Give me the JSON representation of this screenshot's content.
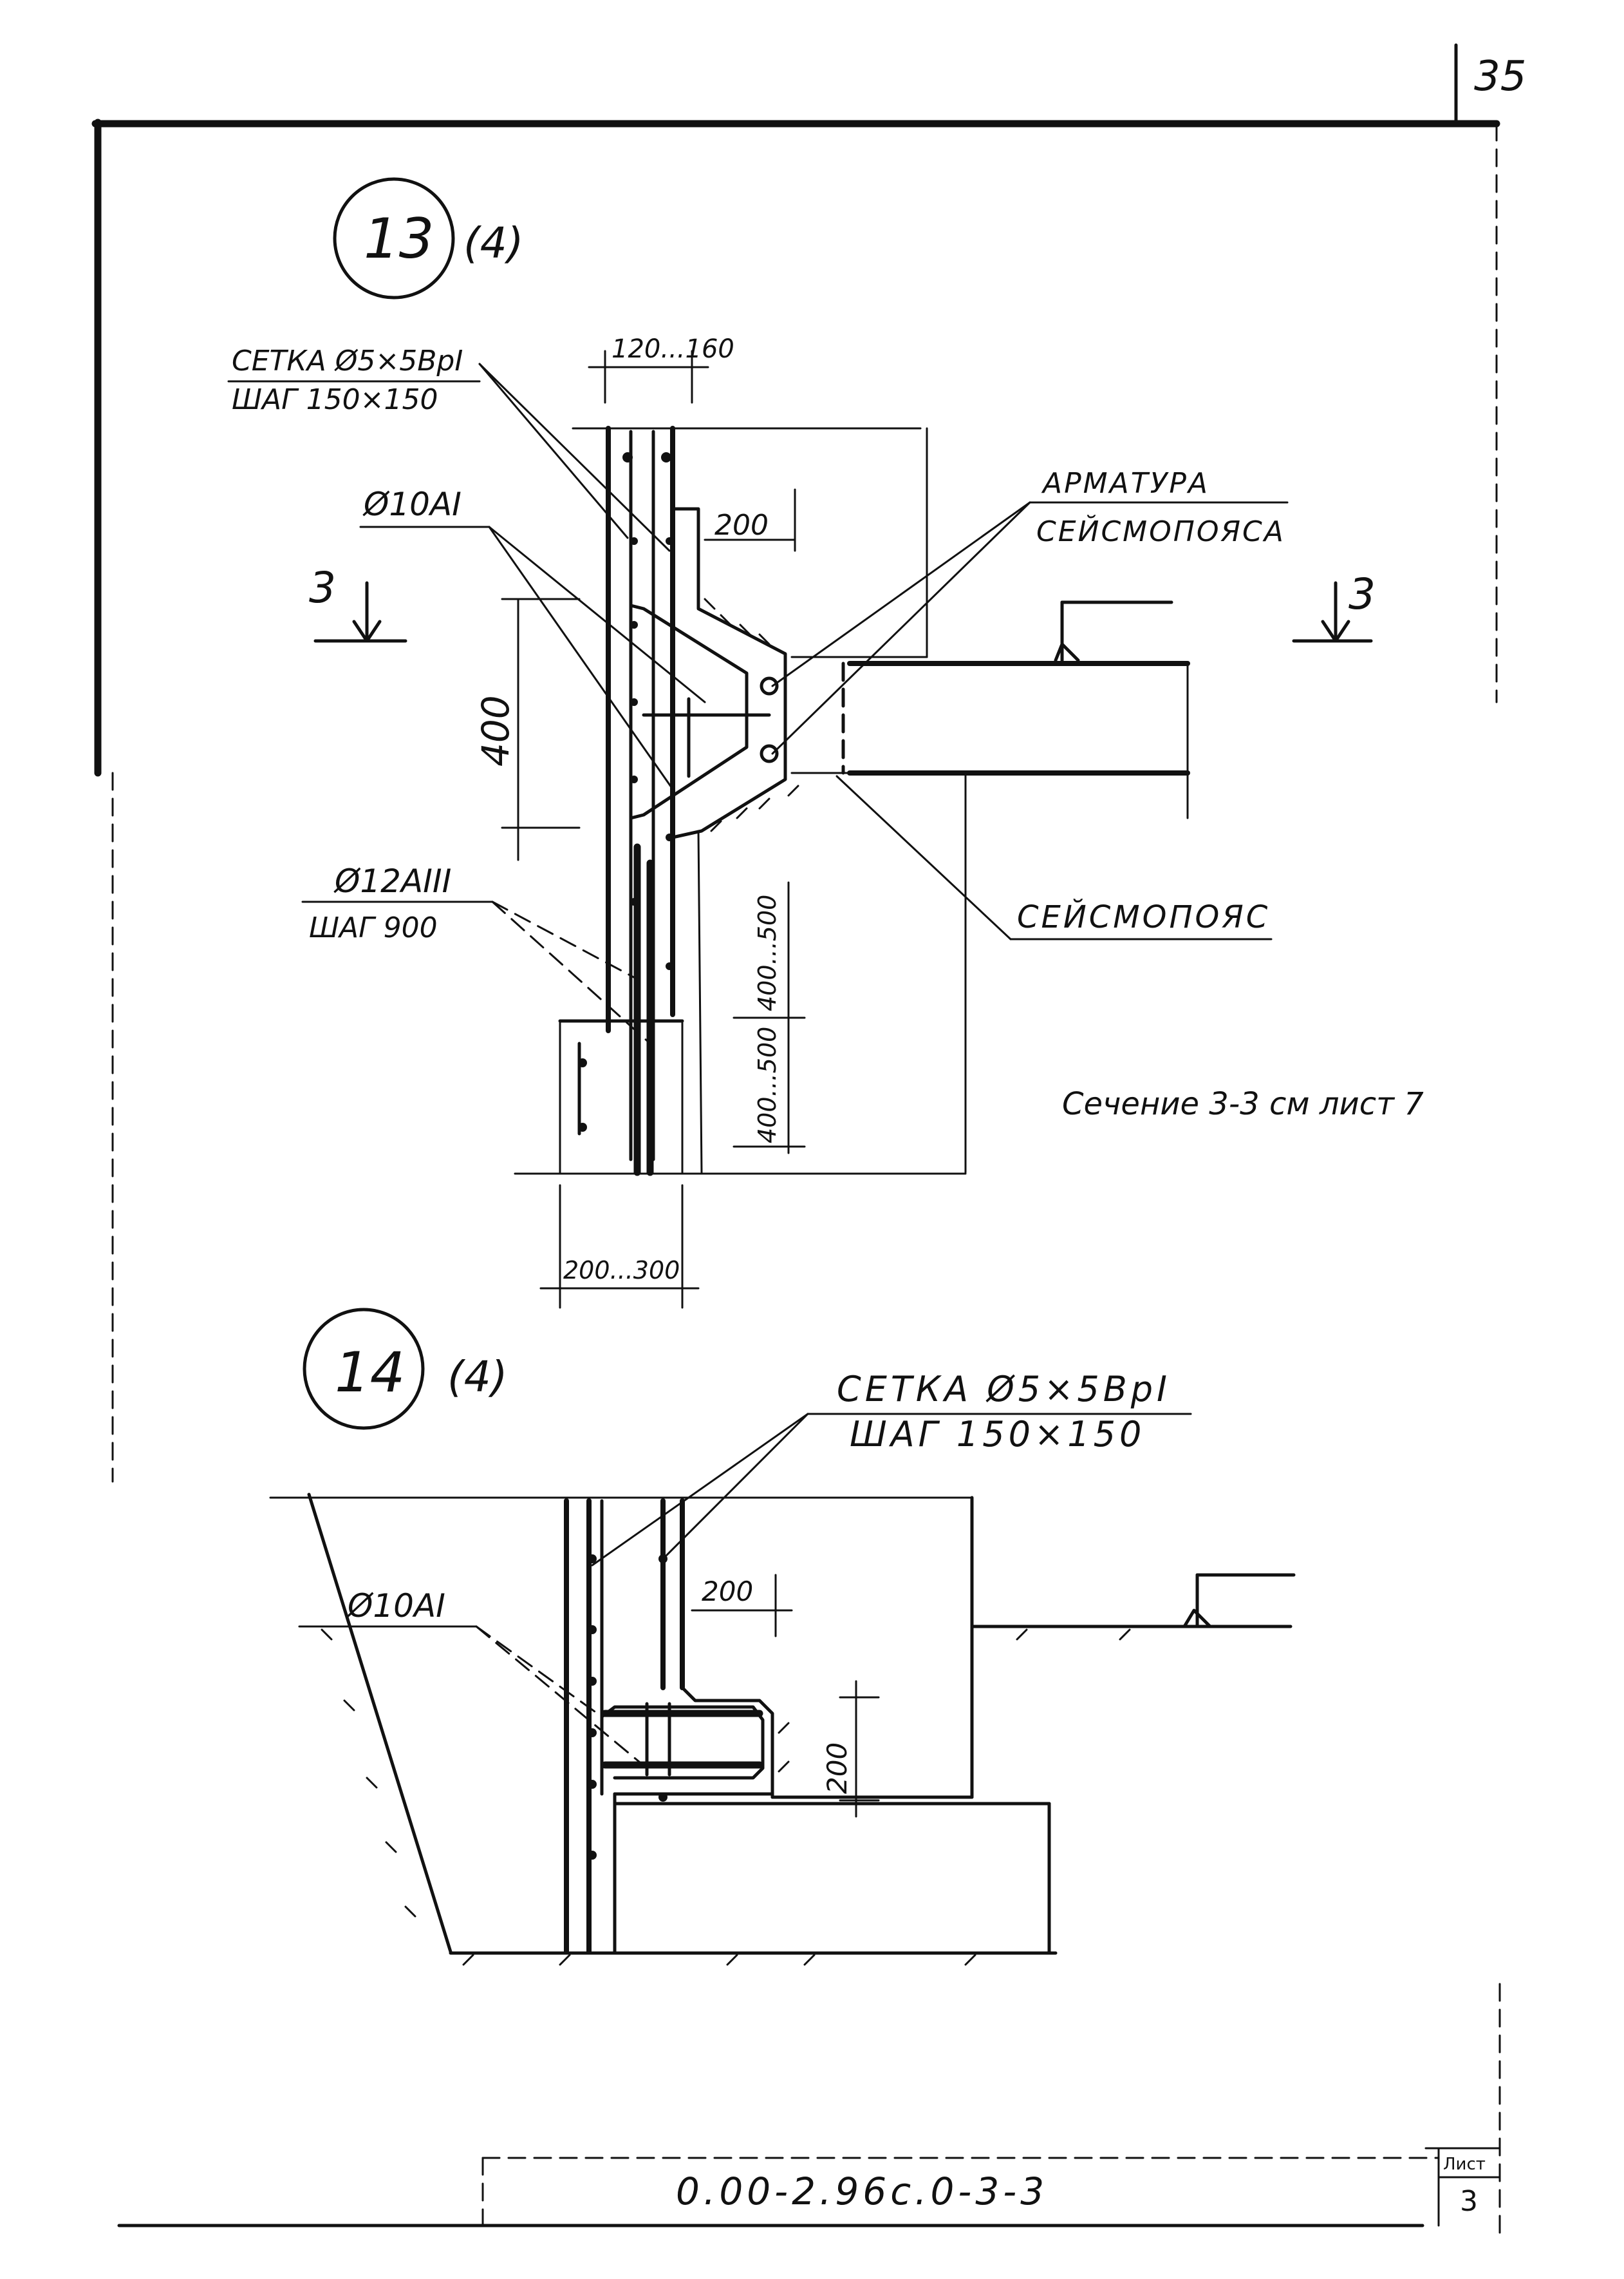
{
  "sheet": {
    "page_number": "35",
    "doc_code": "0.00-2.96с.0-3-3",
    "sheet_label": "Лист",
    "sheet_number": "3"
  },
  "detail13": {
    "number": "13",
    "ref": "(4)",
    "mesh_label": "СЕТКА Ø5×5ВрI",
    "mesh_step": "ШАГ 150×150",
    "bar10": "Ø10АI",
    "bar12": "Ø12АIII",
    "bar12_step": "ШАГ 900",
    "armature_line1": "АРМАТУРА",
    "armature_line2": "СЕЙСМОПОЯСА",
    "belt_label": "СЕЙСМОПОЯС",
    "section_note": "Сечение 3-3 см лист 7",
    "cut_left": "3",
    "cut_right": "3",
    "dim_top": "120...160",
    "dim_200": "200",
    "dim_400": "400",
    "dim_upper_lap": "400...500",
    "dim_lower_lap": "400...500",
    "dim_bottom": "200...300"
  },
  "detail14": {
    "number": "14",
    "ref": "(4)",
    "mesh_label": "СЕТКА Ø5×5ВрI",
    "mesh_step": "ШАГ 150×150",
    "bar10": "Ø10АI",
    "dim_200_h": "200",
    "dim_200_v": "200"
  }
}
